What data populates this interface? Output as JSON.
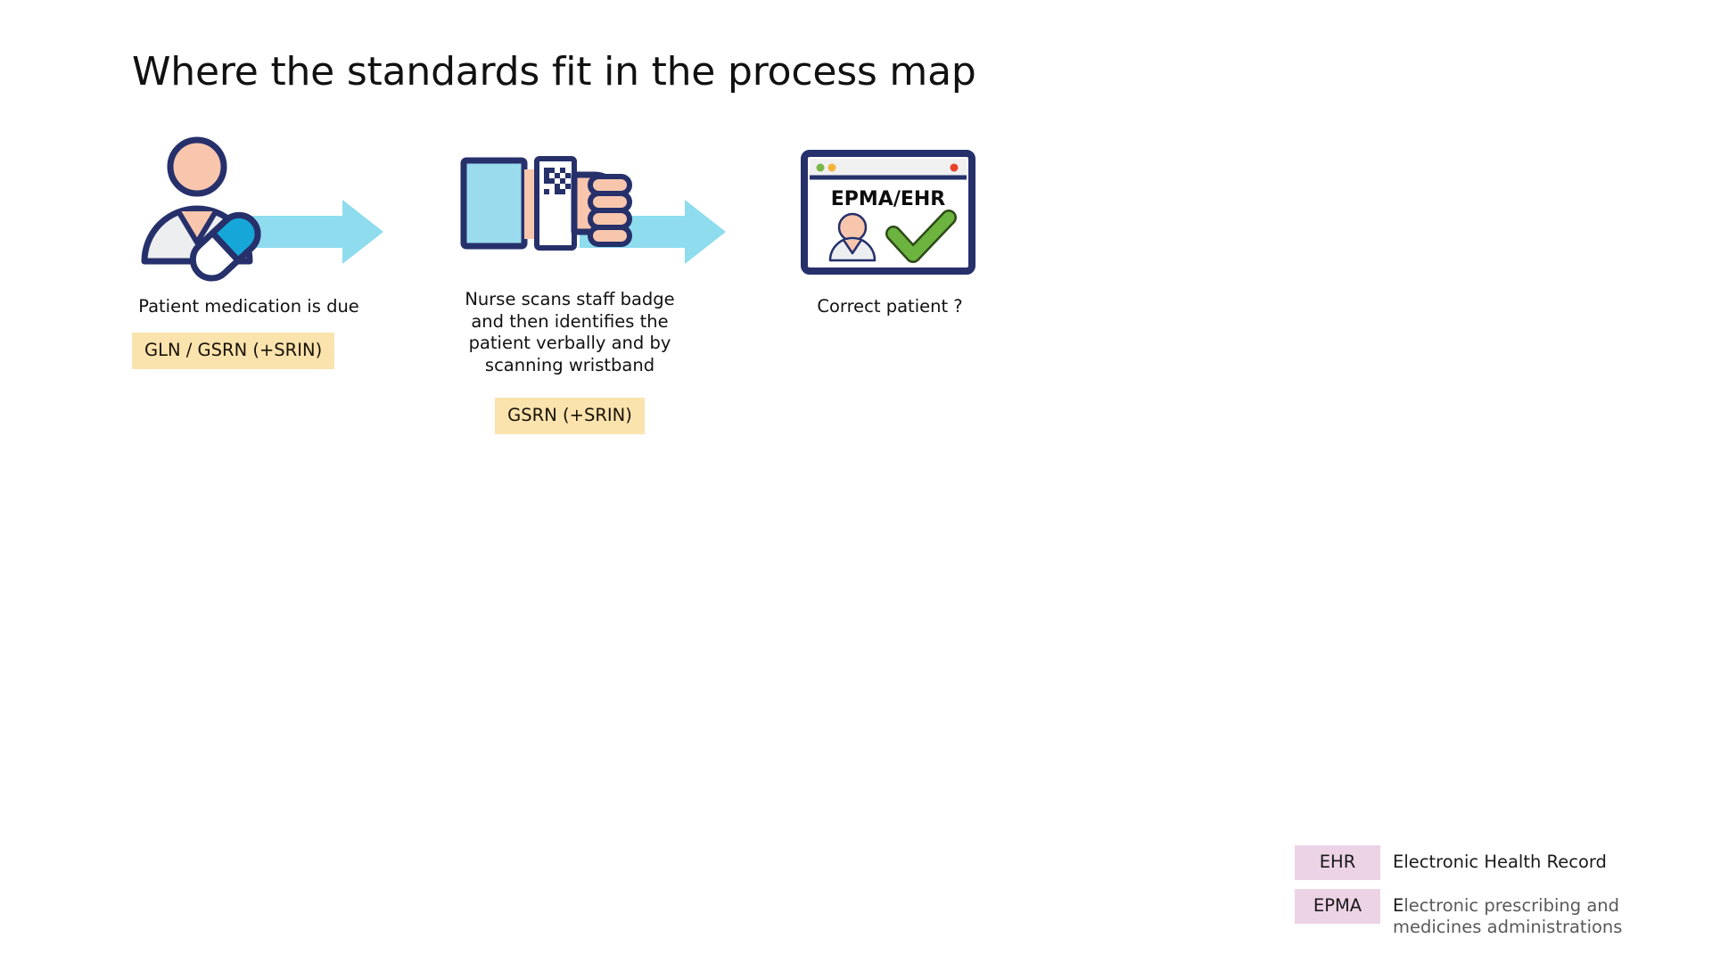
{
  "page": {
    "title": "Where the standards fit in the process map",
    "background_color": "#ffffff"
  },
  "colors": {
    "outline_navy": "#26306b",
    "skin": "#f8c6ad",
    "coat_grey": "#eceef0",
    "pill_cyan": "#16a7d8",
    "arrow_cyan": "#8edcee",
    "badge_cyan": "#9adcee",
    "standard_badge_bg": "#fae3ad",
    "legend_badge_bg": "#edd3e6",
    "check_green": "#6cb33f",
    "dot_green": "#7ab648",
    "dot_yellow": "#f5b43c",
    "dot_red": "#e8442b",
    "title_text": "#111111",
    "muted_text": "#595959"
  },
  "flow": {
    "steps": [
      {
        "id": "step-1",
        "icon_name": "patient-with-pill-icon",
        "caption": "Patient medication is due",
        "standard_badge": "GLN / GSRN (+SRIN)"
      },
      {
        "id": "step-2",
        "icon_name": "hand-scanning-badge-icon",
        "caption": "Nurse scans staff badge and then identifies the patient verbally and by scanning wristband",
        "standard_badge": "GSRN (+SRIN)"
      },
      {
        "id": "step-3",
        "icon_name": "epma-ehr-browser-window-icon",
        "caption": "Correct patient ?",
        "standard_badge": ""
      }
    ],
    "arrows": [
      {
        "id": "arrow-1",
        "icon_name": "right-arrow-icon"
      },
      {
        "id": "arrow-2",
        "icon_name": "right-arrow-icon"
      }
    ],
    "screen": {
      "window_title": "EPMA/EHR",
      "person_icon": "patient-avatar-icon",
      "check_icon": "green-check-icon",
      "dots": [
        "green",
        "yellow",
        "red"
      ]
    }
  },
  "legend": {
    "rows": [
      {
        "key": "EHR",
        "description": "Electronic Health Record",
        "style": "dark"
      },
      {
        "key": "EPMA",
        "lead": "E",
        "description": "lectronic prescribing and medicines administrations",
        "style": "muted"
      }
    ]
  }
}
